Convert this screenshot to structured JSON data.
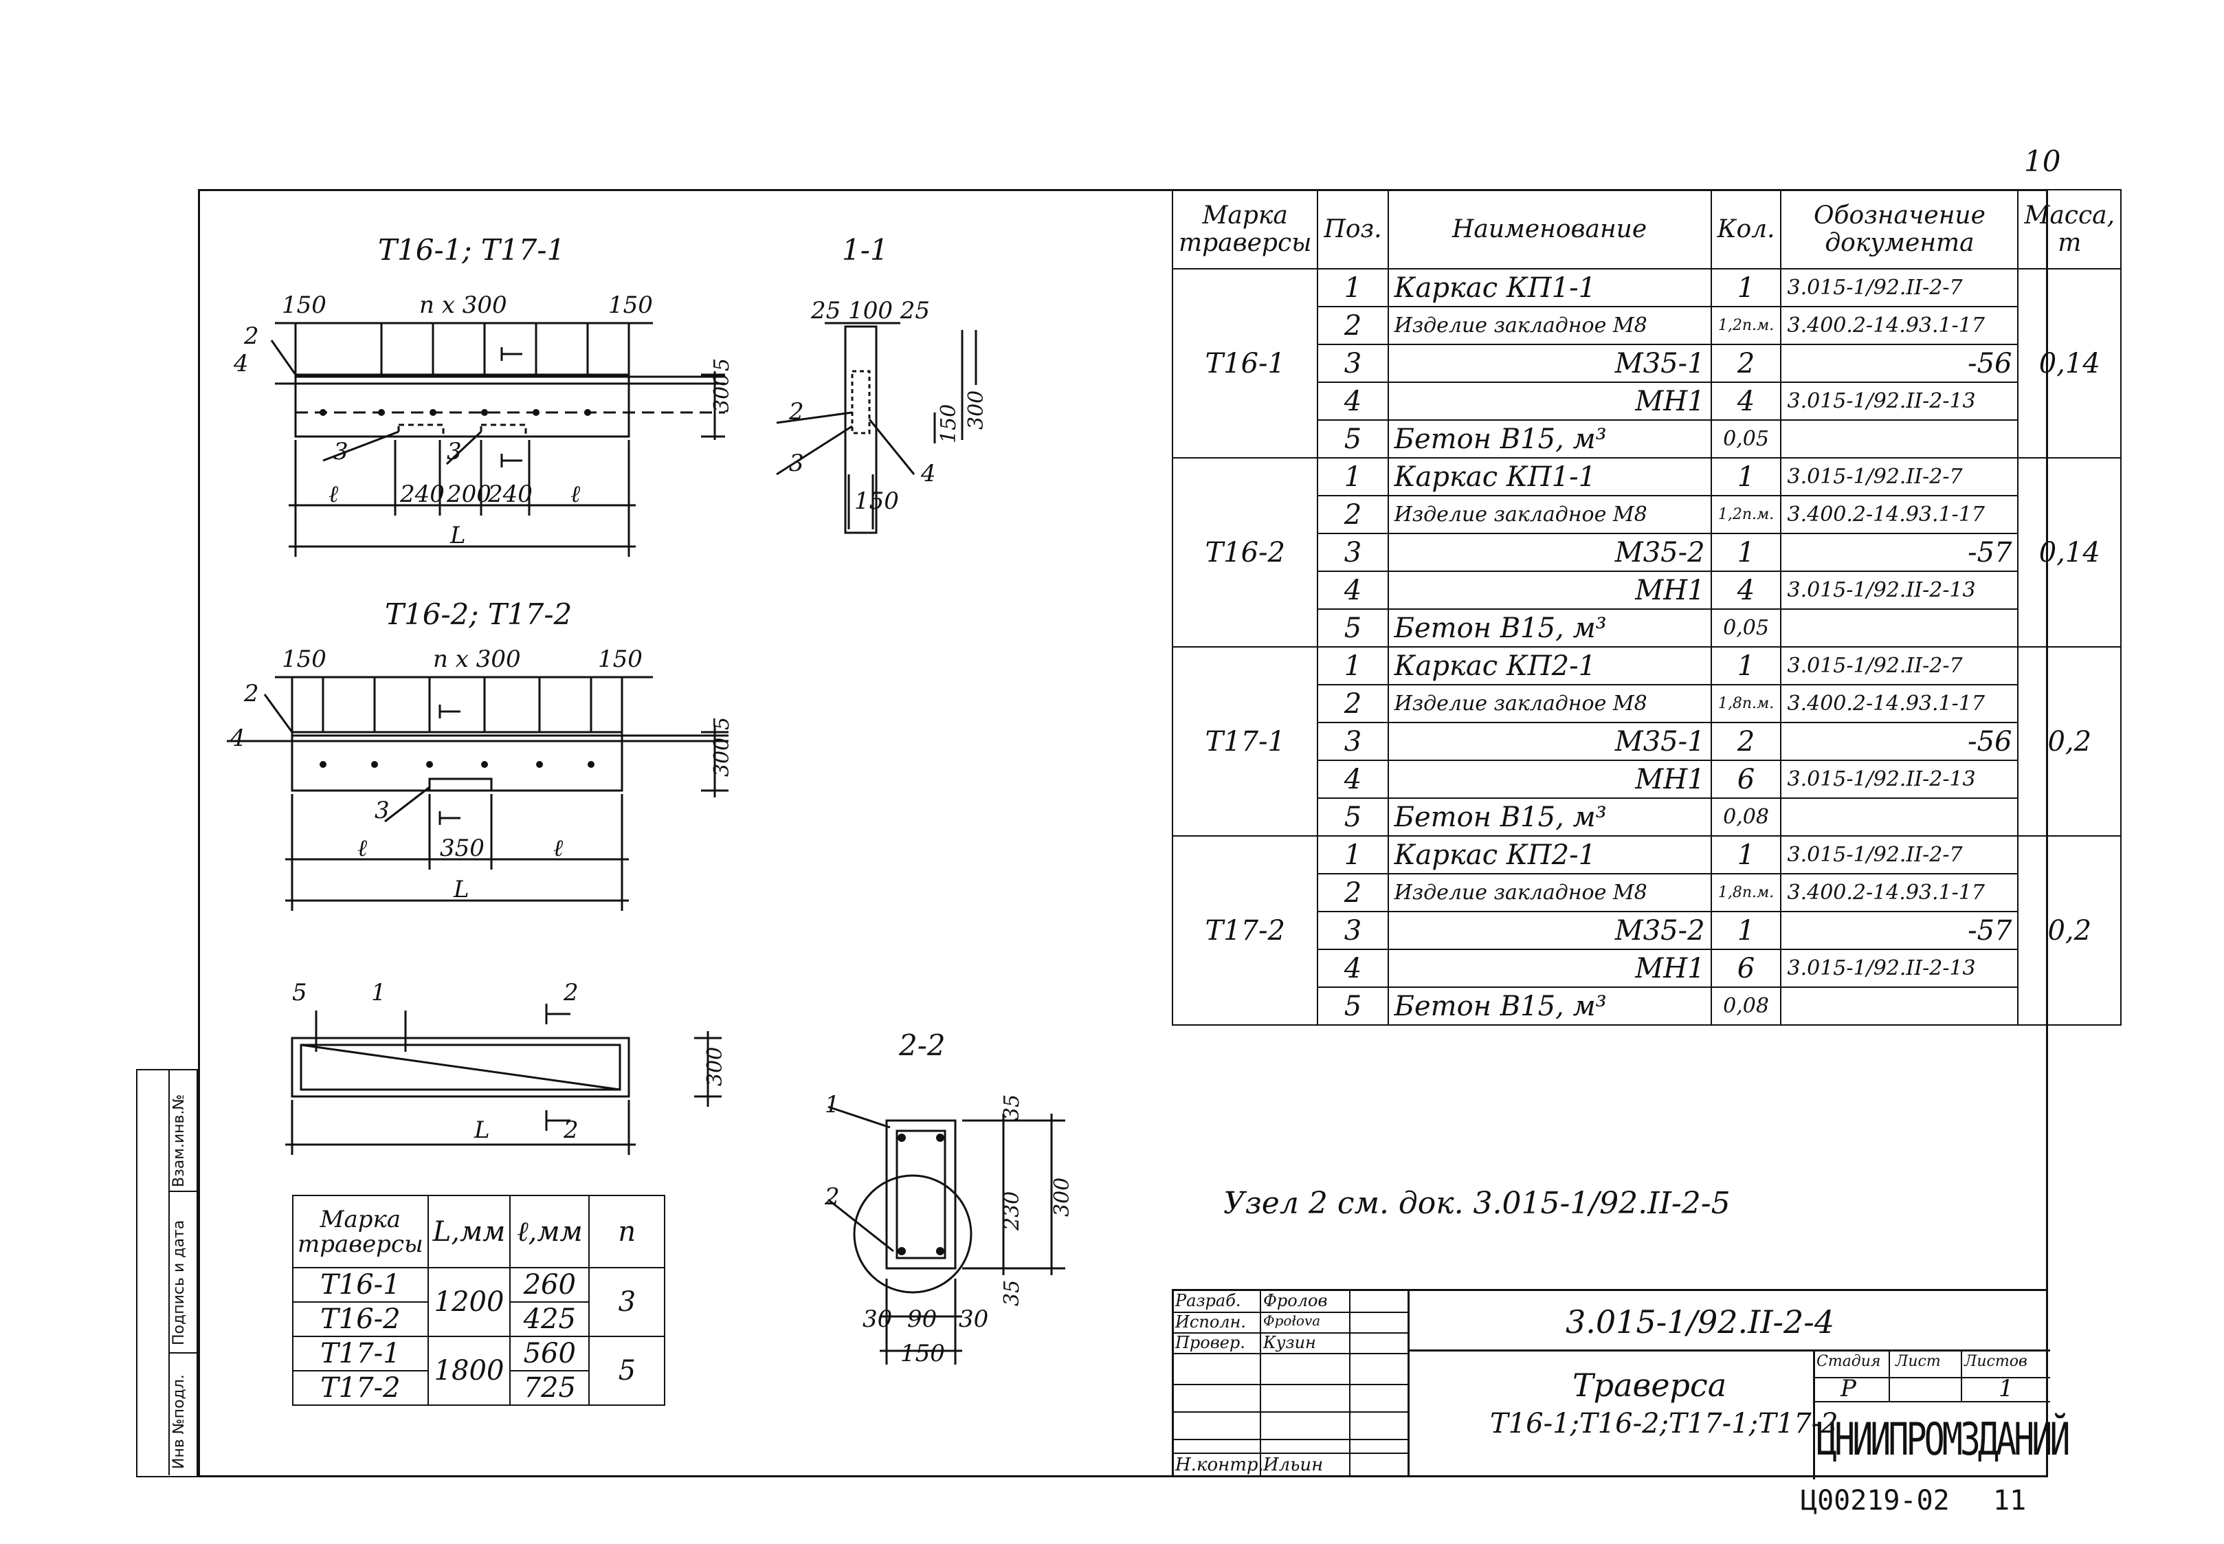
{
  "page_number": "10",
  "views": {
    "view1_title": "Т16-1; Т17-1",
    "section11_title": "1-1",
    "view2_title": "Т16-2; Т17-2",
    "section22_title": "2-2"
  },
  "spec_table": {
    "headers": [
      "Марка траверсы",
      "Поз.",
      "Наименование",
      "Кол.",
      "Обозначение документа",
      "Масса, т"
    ],
    "groups": [
      {
        "mark": "Т16-1",
        "mass": "0,14",
        "rows": [
          {
            "pos": "1",
            "name": "Каркас   КП1-1",
            "qty": "1",
            "doc": "3.015-1/92.II-2-7"
          },
          {
            "pos": "2",
            "name": "Изделие закладное М8",
            "qty": "1,2п.м.",
            "doc": "3.400.2-14.93.1-17"
          },
          {
            "pos": "3",
            "name": "М35-1",
            "qty": "2",
            "doc": "-56"
          },
          {
            "pos": "4",
            "name": "МН1",
            "qty": "4",
            "doc": "3.015-1/92.II-2-13"
          },
          {
            "pos": "5",
            "name": "Бетон В15, м³",
            "qty": "0,05",
            "doc": ""
          }
        ]
      },
      {
        "mark": "Т16-2",
        "mass": "0,14",
        "rows": [
          {
            "pos": "1",
            "name": "Каркас   КП1-1",
            "qty": "1",
            "doc": "3.015-1/92.II-2-7"
          },
          {
            "pos": "2",
            "name": "Изделие закладное М8",
            "qty": "1,2п.м.",
            "doc": "3.400.2-14.93.1-17"
          },
          {
            "pos": "3",
            "name": "М35-2",
            "qty": "1",
            "doc": "-57"
          },
          {
            "pos": "4",
            "name": "МН1",
            "qty": "4",
            "doc": "3.015-1/92.II-2-13"
          },
          {
            "pos": "5",
            "name": "Бетон В15, м³",
            "qty": "0,05",
            "doc": ""
          }
        ]
      },
      {
        "mark": "Т17-1",
        "mass": "0,2",
        "rows": [
          {
            "pos": "1",
            "name": "Каркас   КП2-1",
            "qty": "1",
            "doc": "3.015-1/92.II-2-7"
          },
          {
            "pos": "2",
            "name": "Изделие закладное М8",
            "qty": "1,8п.м.",
            "doc": "3.400.2-14.93.1-17"
          },
          {
            "pos": "3",
            "name": "М35-1",
            "qty": "2",
            "doc": "-56"
          },
          {
            "pos": "4",
            "name": "МН1",
            "qty": "6",
            "doc": "3.015-1/92.II-2-13"
          },
          {
            "pos": "5",
            "name": "Бетон В15, м³",
            "qty": "0,08",
            "doc": ""
          }
        ]
      },
      {
        "mark": "Т17-2",
        "mass": "0,2",
        "rows": [
          {
            "pos": "1",
            "name": "Каркас   КП2-1",
            "qty": "1",
            "doc": "3.015-1/92.II-2-7"
          },
          {
            "pos": "2",
            "name": "Изделие закладное М8",
            "qty": "1,8п.м.",
            "doc": "3.400.2-14.93.1-17"
          },
          {
            "pos": "3",
            "name": "М35-2",
            "qty": "1",
            "doc": "-57"
          },
          {
            "pos": "4",
            "name": "МН1",
            "qty": "6",
            "doc": "3.015-1/92.II-2-13"
          },
          {
            "pos": "5",
            "name": "Бетон В15, м³",
            "qty": "0,08",
            "doc": ""
          }
        ]
      }
    ]
  },
  "node_note": "Узел 2 см. док. 3.015-1/92.II-2-5",
  "mark_table": {
    "headers": [
      "Марка траверсы",
      "L,мм",
      "ℓ,мм",
      "n"
    ],
    "rows": [
      {
        "mark": "Т16-1",
        "L": "1200",
        "l": "260",
        "n": "3"
      },
      {
        "mark": "Т16-2",
        "L": "",
        "l": "425",
        "n": ""
      },
      {
        "mark": "Т17-1",
        "L": "1800",
        "l": "560",
        "n": "5"
      },
      {
        "mark": "Т17-2",
        "L": "",
        "l": "725",
        "n": ""
      }
    ]
  },
  "side_stamp": {
    "col1": "Инв №подл.",
    "col2": "Подпись и дата",
    "col3": "Взам.инв.№"
  },
  "title_block": {
    "doc_code": "3.015-1/92.II-2-4",
    "roles": [
      {
        "role": "Разраб.",
        "name": "Фролов"
      },
      {
        "role": "Исполн.",
        "name": "Фрołova"
      },
      {
        "role": "Провер.",
        "name": "Кузин"
      },
      {
        "role": "Н.контр.",
        "name": "Ильин"
      }
    ],
    "title_line1": "Траверса",
    "title_line2": "Т16-1;Т16-2;Т17-1;Т17-2",
    "stage_label": "Стадия",
    "sheet_label": "Лист",
    "sheets_label": "Листов",
    "stage": "Р",
    "sheets": "1",
    "org": "ЦНИИПРОМЗДАНИЙ"
  },
  "footer_code": "Ц00219-02",
  "footer_number": "11"
}
